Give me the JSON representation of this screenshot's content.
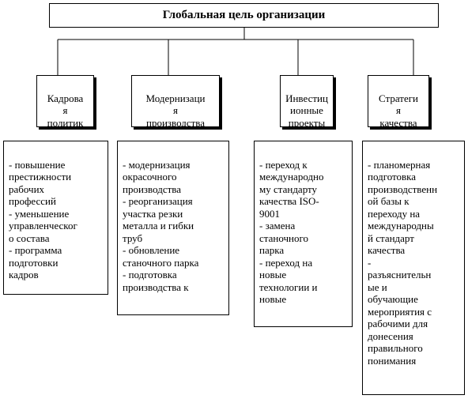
{
  "diagram": {
    "title": "Глобальная цель организации",
    "categories": [
      {
        "label": "Кадрова\nя\nполитик",
        "items": "- повышение\nпрестижности\nрабочих\nпрофессий\n- уменьшение\nуправленческог\nо состава\n- программа\nподготовки\nкадров"
      },
      {
        "label": "Модернизаци\nя\nпроизводства",
        "items": "- модернизация\nокрасочного\nпроизводства\n- реорганизация\nучастка резки\nметалла и гибки\nтруб\n- обновление\nстаночного парка\n- подготовка\nпроизводства к"
      },
      {
        "label": "Инвестиц\nионные\nпроекты",
        "items": "- переход к\nмеждународно\nму стандарту\nкачества ISO-\n9001\n- замена\nстаночного\nпарка\n- переход на\nновые\nтехнологии и\nновые"
      },
      {
        "label": "Стратеги\nя\nкачества",
        "items": "- планомерная\nподготовка\nпроизводственн\nой базы к\nпереходу на\nмеждународны\nй стандарт\nкачества\n-\nразъяснительн\nые и\nобучающие\nмероприятия с\nрабочими для\nдонесения\nправильного\nпонимания"
      }
    ]
  }
}
